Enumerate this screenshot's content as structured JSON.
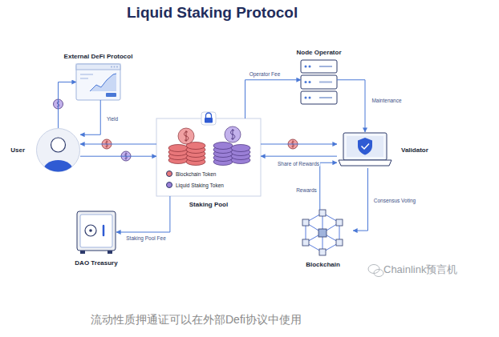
{
  "diagram": {
    "title": "Liquid Staking Protocol",
    "caption": "流动性质押通证可以在外部Defi协议中使用",
    "nodes": [
      {
        "text": [
          "External DeFi Protocol"
        ]
      },
      {
        "text": [
          "Node Operator"
        ]
      },
      {
        "text": [
          "User"
        ]
      },
      {
        "text": [
          "Staking Pool"
        ]
      },
      {
        "text": [
          "Validator"
        ]
      },
      {
        "text": [
          "DAO Treasury"
        ]
      },
      {
        "text": [
          "Blockchain"
        ]
      }
    ],
    "edges": [
      {
        "from": 2,
        "to": 0,
        "arrow": "to"
      },
      {
        "from": 0,
        "to": 2,
        "label": "Yield",
        "arrow": "to"
      },
      {
        "from": 3,
        "to": 2,
        "arrow": "to"
      },
      {
        "from": 2,
        "to": 3,
        "arrow": "to"
      },
      {
        "from": 3,
        "to": 1,
        "label": "Operator Fee",
        "arrow": "to"
      },
      {
        "from": 1,
        "to": 4,
        "label": "Maintenance",
        "arrow": "to"
      },
      {
        "from": 3,
        "to": 4,
        "arrow": "to"
      },
      {
        "from": 4,
        "to": 3,
        "label": "Share of Rewards",
        "arrow": "to"
      },
      {
        "from": 4,
        "to": 6,
        "label": "Consensus Voting",
        "arrow": "to"
      },
      {
        "from": 6,
        "to": 4,
        "label": "Rewards",
        "arrow": "to"
      },
      {
        "from": 3,
        "to": 5,
        "label": "Staking Pool Fee",
        "arrow": "to"
      }
    ],
    "labels": [
      "Chainlink预言机"
    ],
    "legend": [
      {
        "text": "Blockchain Token",
        "color": "#e8777a"
      },
      {
        "text": "Liquid Staking Token",
        "color": "#9a7fd6"
      }
    ]
  }
}
